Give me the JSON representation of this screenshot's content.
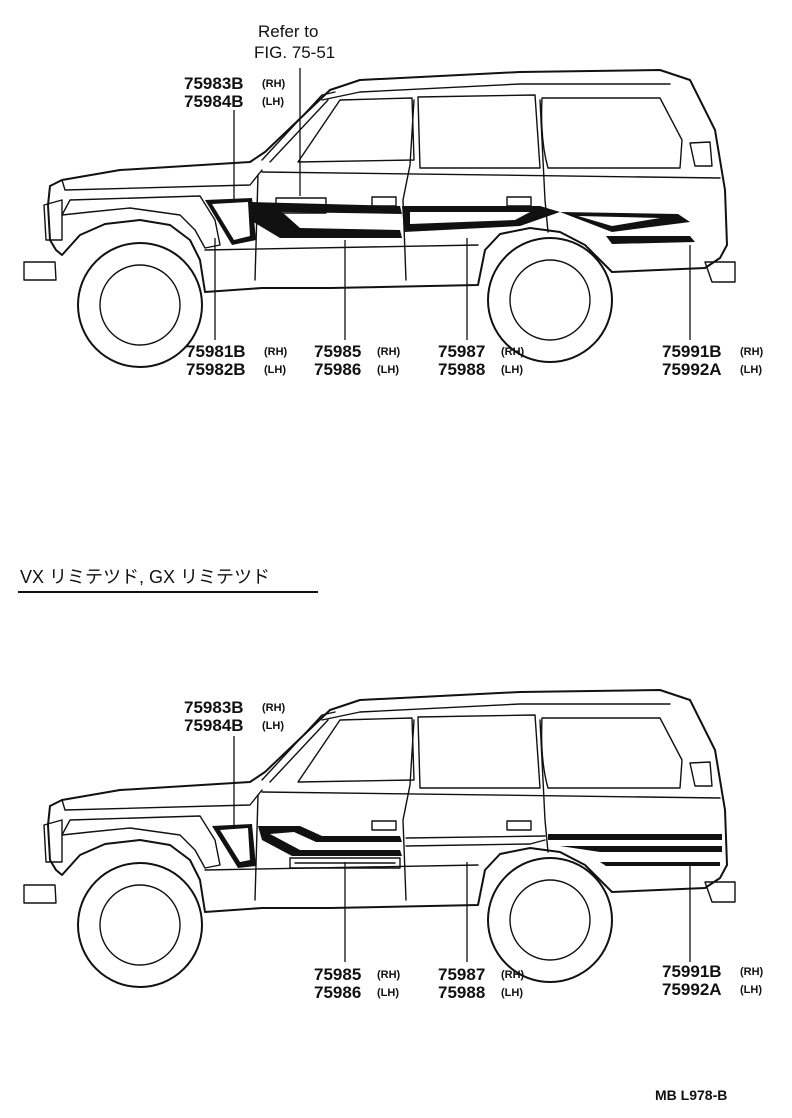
{
  "upper": {
    "refer_note": [
      "Refer to",
      "FIG. 75-51"
    ],
    "callouts": [
      {
        "id": "c1",
        "parts": [
          {
            "no": "75983B",
            "side": "(RH)"
          },
          {
            "no": "75984B",
            "side": "(LH)"
          }
        ]
      },
      {
        "id": "c2",
        "parts": [
          {
            "no": "75981B",
            "side": "(RH)"
          },
          {
            "no": "75982B",
            "side": "(LH)"
          }
        ]
      },
      {
        "id": "c3",
        "parts": [
          {
            "no": "75985",
            "side": "(RH)"
          },
          {
            "no": "75986",
            "side": "(LH)"
          }
        ]
      },
      {
        "id": "c4",
        "parts": [
          {
            "no": "75987",
            "side": "(RH)"
          },
          {
            "no": "75988",
            "side": "(LH)"
          }
        ]
      },
      {
        "id": "c5",
        "parts": [
          {
            "no": "75991B",
            "side": "(RH)"
          },
          {
            "no": "75992A",
            "side": "(LH)"
          }
        ]
      }
    ]
  },
  "section_header": "VX リミテツド, GX リミテツド",
  "lower": {
    "callouts": [
      {
        "id": "d1",
        "parts": [
          {
            "no": "75983B",
            "side": "(RH)"
          },
          {
            "no": "75984B",
            "side": "(LH)"
          }
        ]
      },
      {
        "id": "d3",
        "parts": [
          {
            "no": "75985",
            "side": "(RH)"
          },
          {
            "no": "75986",
            "side": "(LH)"
          }
        ]
      },
      {
        "id": "d4",
        "parts": [
          {
            "no": "75987",
            "side": "(RH)"
          },
          {
            "no": "75988",
            "side": "(LH)"
          }
        ]
      },
      {
        "id": "d5",
        "parts": [
          {
            "no": "75991B",
            "side": "(RH)"
          },
          {
            "no": "75992A",
            "side": "(LH)"
          }
        ]
      }
    ]
  },
  "footer_code": "MB L978-B",
  "colors": {
    "ink": "#111111",
    "paper": "#ffffff"
  }
}
